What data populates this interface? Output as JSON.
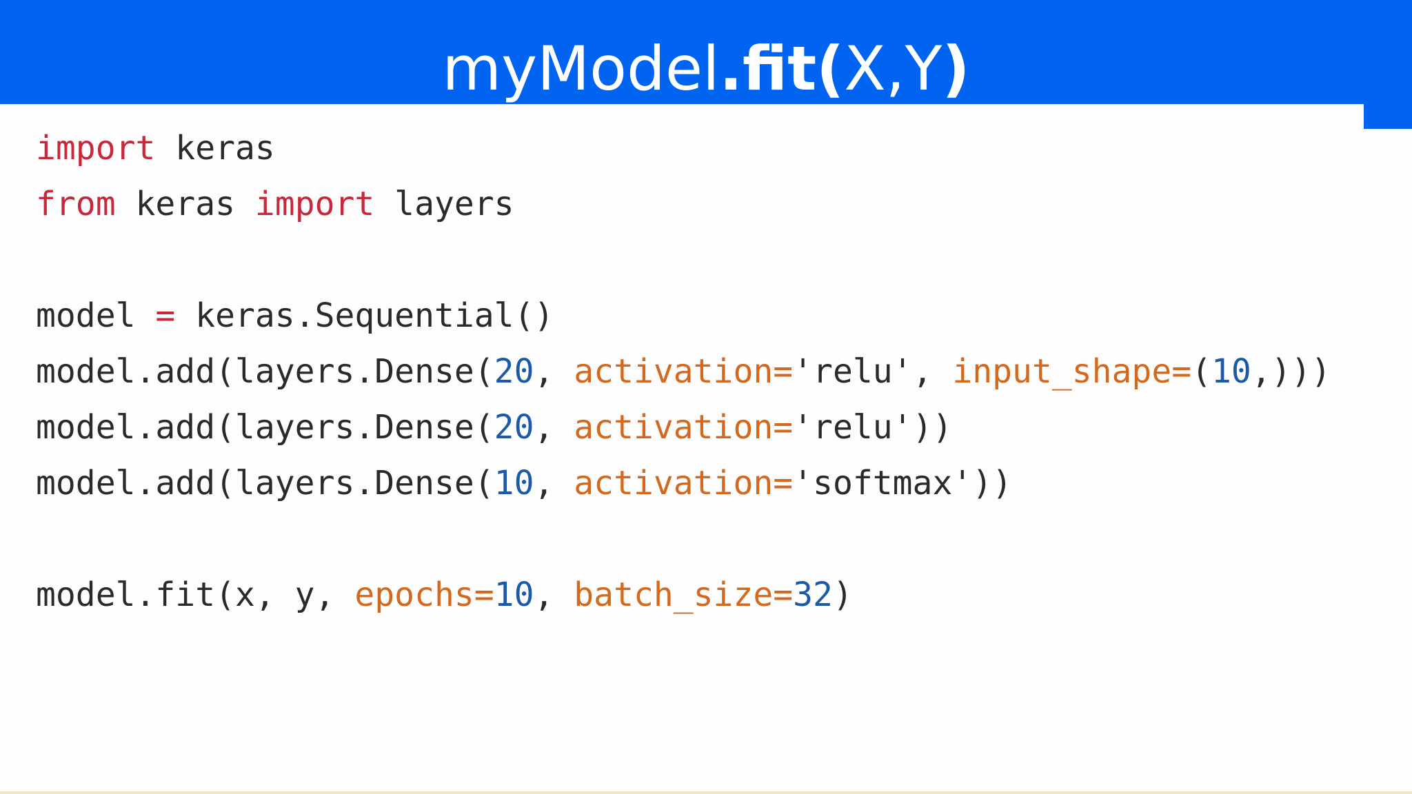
{
  "title": {
    "object": "myModel",
    "method": ".fit(",
    "args": "X,Y",
    "close": ")"
  },
  "colors": {
    "title_bar": "#0064f0",
    "keyword": "#c8283c",
    "number": "#1c5aa8",
    "argument": "#d2691e",
    "text": "#2a2a2a"
  },
  "code": {
    "line1": {
      "t1": "import",
      "t2": " keras"
    },
    "line2": {
      "t1": "from",
      "t2": " keras ",
      "t3": "import",
      "t4": " layers"
    },
    "line3": {
      "t1": "model ",
      "t2": "=",
      "t3": " keras.Sequential()"
    },
    "line4": {
      "t1": "model.add(layers.Dense(",
      "t2": "20",
      "t3": ", ",
      "t4": "activation=",
      "t5": "'relu', ",
      "t6": "input_shape=",
      "t7": "(",
      "t8": "10",
      "t9": ",)))"
    },
    "line5": {
      "t1": "model.add(layers.Dense(",
      "t2": "20",
      "t3": ", ",
      "t4": "activation=",
      "t5": "'relu'))"
    },
    "line6": {
      "t1": "model.add(layers.Dense(",
      "t2": "10",
      "t3": ", ",
      "t4": "activation=",
      "t5": "'softmax'))"
    },
    "line7": {
      "t1": "model.fit(x, y, ",
      "t2": "epochs=",
      "t3": "10",
      "t4": ", ",
      "t5": "batch_size=",
      "t6": "32",
      "t7": ")"
    }
  }
}
